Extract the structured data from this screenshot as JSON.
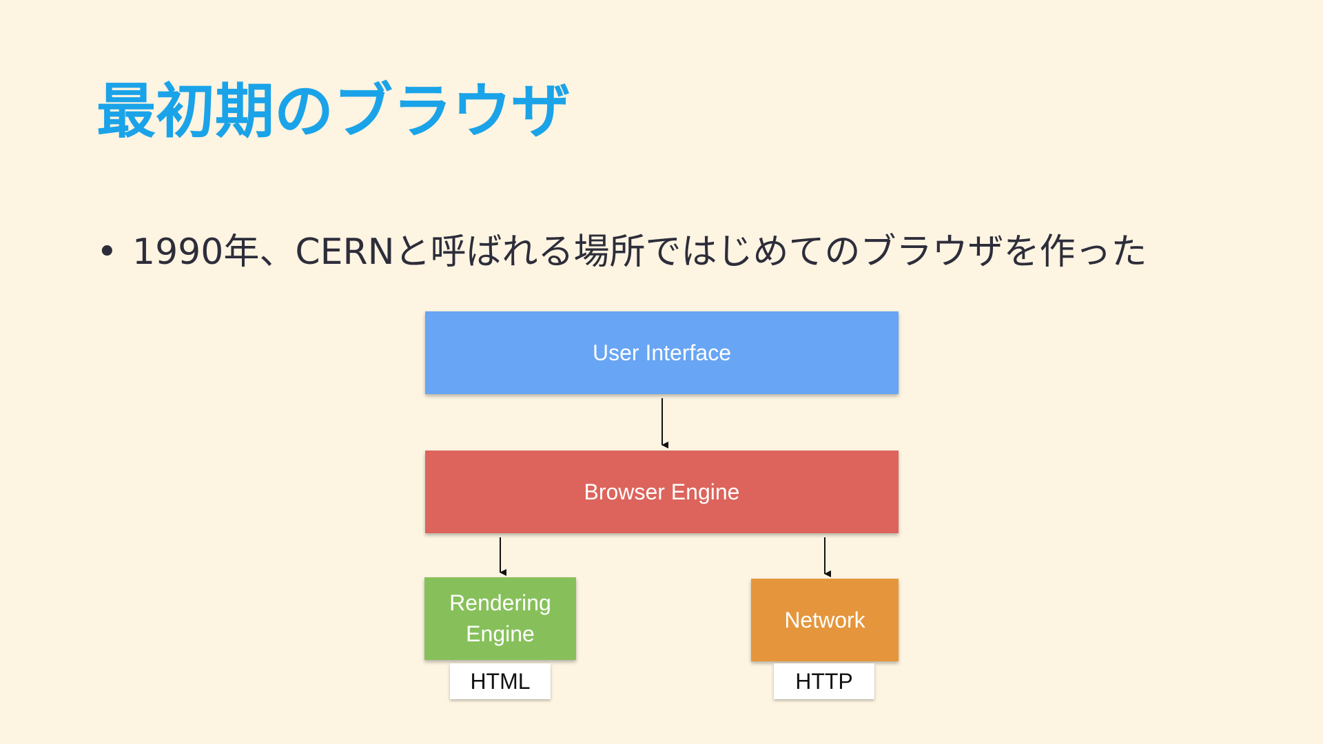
{
  "slide": {
    "title": "最初期のブラウザ",
    "bullet_marker": "•",
    "bullet_text": "1990年、CERNと呼ばれる場所ではじめてのブラウザを作った"
  },
  "diagram": {
    "nodes": {
      "user_interface": "User Interface",
      "browser_engine": "Browser Engine",
      "rendering_engine": "Rendering\nEngine",
      "network": "Network"
    },
    "labels": {
      "html": "HTML",
      "http": "HTTP"
    },
    "edges": [
      {
        "from": "User Interface",
        "to": "Browser Engine"
      },
      {
        "from": "Browser Engine",
        "to": "Rendering Engine"
      },
      {
        "from": "Browser Engine",
        "to": "Network"
      }
    ],
    "colors": {
      "background": "#fdf4e2",
      "title": "#1aa3e8",
      "user_interface": "#68a5f4",
      "browser_engine": "#dc645c",
      "rendering_engine": "#87c05b",
      "network": "#e5963c"
    }
  }
}
